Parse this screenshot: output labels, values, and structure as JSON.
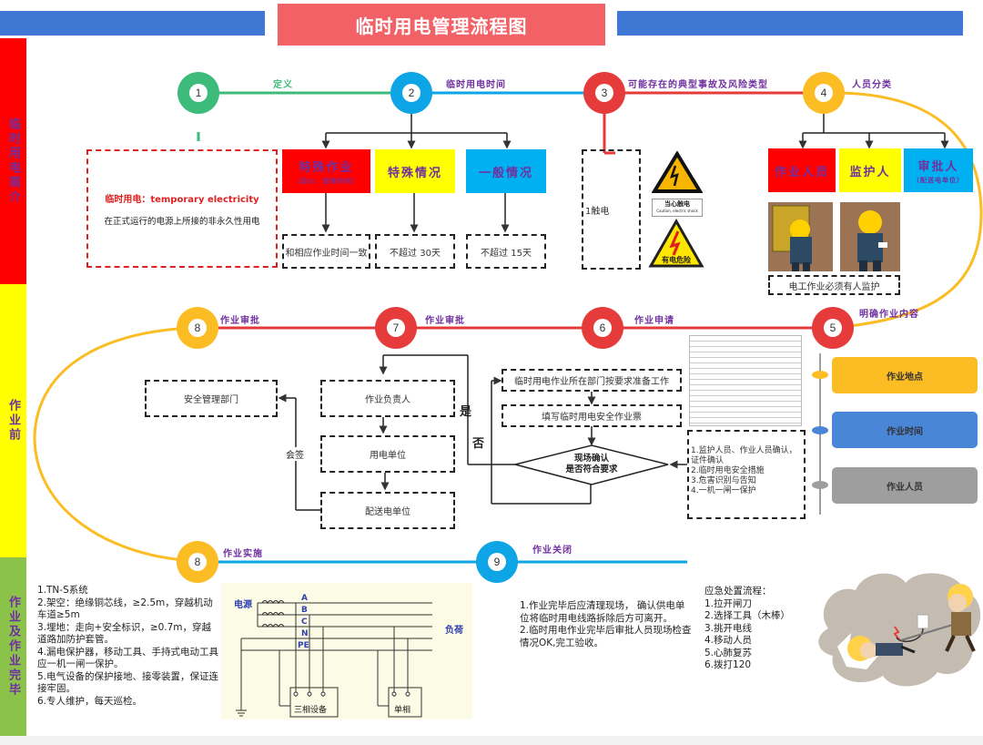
{
  "header": {
    "title": "临时用电管理流程图"
  },
  "sidebar": {
    "sections": [
      {
        "label": "临时用电简介",
        "color": "#ff0000",
        "text_color": "#7030a0"
      },
      {
        "label": "作业前",
        "color": "#ffff00",
        "text_color": "#7030a0"
      },
      {
        "label": "作业及作业完毕",
        "color": "#8bc34a",
        "text_color": "#7030a0"
      }
    ]
  },
  "steps": [
    {
      "number": "1",
      "label": "定义",
      "color": "#3dbb7a"
    },
    {
      "number": "2",
      "label": "临时用电时间",
      "color": "#0ea5e6"
    },
    {
      "number": "3",
      "label": "可能存在的典型事故及风险类型",
      "color": "#e53b3b"
    },
    {
      "number": "4",
      "label": "人员分类",
      "color": "#fbbc24"
    },
    {
      "number": "5",
      "label": "明确作业内容",
      "color": "#e53b3b"
    },
    {
      "number": "6",
      "label": "作业申请",
      "color": "#e53b3b"
    },
    {
      "number": "7",
      "label": "作业审批",
      "color": "#e53b3b"
    },
    {
      "number": "8",
      "label": "作业审批",
      "color": "#fbbc24"
    },
    {
      "number": "8",
      "label": "作业实施",
      "color": "#fbbc24"
    },
    {
      "number": "9",
      "label": "作业关闭",
      "color": "#0ea5e6"
    }
  ],
  "definition": {
    "title": "临时用电：temporary electricity",
    "body": "在正式运行的电源上所接的非永久性用电"
  },
  "time_categories": [
    {
      "title": "特殊作业",
      "sub": "（动火、受限空间）",
      "color": "#ff0000",
      "duration": "和相应作业时间一致"
    },
    {
      "title": "特殊情况",
      "sub": "",
      "color": "#ffff00",
      "duration": "不超过 30天"
    },
    {
      "title": "一般情况",
      "sub": "",
      "color": "#00b0f0",
      "duration": "不超过 15天"
    }
  ],
  "risk": {
    "item": "1触电",
    "signs": [
      {
        "icon": "caution-electric-shock-sign",
        "label": "当心触电",
        "sub": "Caution, electric shock"
      },
      {
        "icon": "high-voltage-danger-sign",
        "label": "有电危险",
        "sub": ""
      }
    ]
  },
  "personnel": {
    "roles": [
      {
        "title": "作业人员",
        "sub": "",
        "color": "#ff0000"
      },
      {
        "title": "监护人",
        "sub": "",
        "color": "#ffff00"
      },
      {
        "title": "审批人",
        "sub": "（配送电单位）",
        "color": "#00b0f0"
      }
    ],
    "note": "电工作业必须有人监护"
  },
  "work_content": [
    {
      "label": "作业地点",
      "color": "#fbbc24"
    },
    {
      "label": "作业时间",
      "color": "#4a86d8"
    },
    {
      "label": "作业人员",
      "color": "#9e9e9e"
    }
  ],
  "application": {
    "prepare": "临时用电作业所在部门按要求准备工作",
    "fill_ticket": "填写临时用电安全作业票",
    "decision_line1": "现场确认",
    "decision_line2": "是否符合要求",
    "yes_label": "是",
    "no_label": "否",
    "checklist": [
      "1.监护人员、作业人员确认，证件确认",
      "2.临时用电安全措施",
      "3.危害识别与告知",
      "4.一机一闸一保护"
    ]
  },
  "approval": {
    "chain": [
      "作业负责人",
      "用电单位",
      "配送电单位"
    ],
    "countersign_label": "会签",
    "safety_dept": "安全管理部门"
  },
  "implementation": {
    "items": [
      "1.TN-S系统",
      "2.架空：绝缘铜芯线，≥2.5m，穿越机动车道≥5m",
      "3.埋地：走向+安全标识，≥0.7m，穿越道路加防护套管。",
      "4.漏电保护器，移动工具、手持式电动工具应一机一闸一保护。",
      "5.电气设备的保护接地、接零装置，保证连接牢固。",
      "6.专人维护，每天巡检。"
    ],
    "diagram": {
      "source_label": "电源",
      "load_label": "负荷",
      "phases": [
        "A",
        "B",
        "C",
        "N",
        "PE"
      ],
      "three_phase_label": "三相设备",
      "single_phase_label": "单相"
    }
  },
  "closure": {
    "items": [
      "1.作业完毕后应清理现场， 确认供电单位将临时用电线路拆除后方可离开。",
      "2.临时用电作业完毕后审批人员现场检查情况OK,完工验收。"
    ]
  },
  "emergency": {
    "title": "应急处置流程：",
    "steps": [
      "1.拉开闸刀",
      "2.选择工具（木棒）",
      "3.挑开电线",
      "4.移动人员",
      "5.心肺复苏",
      "6.拨打120"
    ]
  }
}
